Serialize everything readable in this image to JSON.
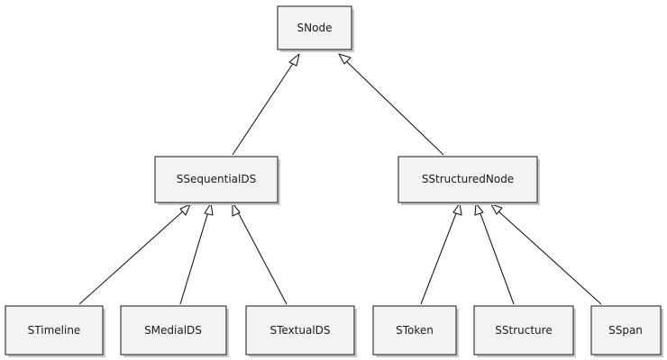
{
  "diagram": {
    "type": "class-hierarchy",
    "nodes": [
      {
        "id": "snode",
        "label": "SNode"
      },
      {
        "id": "ssequentialds",
        "label": "SSequentialDS"
      },
      {
        "id": "sstructurednode",
        "label": "SStructuredNode"
      },
      {
        "id": "stimeline",
        "label": "STimeline"
      },
      {
        "id": "smediads",
        "label": "SMedialDS"
      },
      {
        "id": "stextualds",
        "label": "STextualDS"
      },
      {
        "id": "stoken",
        "label": "SToken"
      },
      {
        "id": "sstructure",
        "label": "SStructure"
      },
      {
        "id": "sspan",
        "label": "SSpan"
      }
    ],
    "edges": [
      {
        "from": "ssequentialds",
        "to": "snode",
        "kind": "generalization"
      },
      {
        "from": "sstructurednode",
        "to": "snode",
        "kind": "generalization"
      },
      {
        "from": "stimeline",
        "to": "ssequentialds",
        "kind": "generalization"
      },
      {
        "from": "smediads",
        "to": "ssequentialds",
        "kind": "generalization"
      },
      {
        "from": "stextualds",
        "to": "ssequentialds",
        "kind": "generalization"
      },
      {
        "from": "stoken",
        "to": "sstructurednode",
        "kind": "generalization"
      },
      {
        "from": "sstructure",
        "to": "sstructurednode",
        "kind": "generalization"
      },
      {
        "from": "sspan",
        "to": "sstructurednode",
        "kind": "generalization"
      }
    ],
    "colors": {
      "box_fill": "#f3f3f3",
      "box_stroke": "#2a2a2a",
      "line": "#1a1a1a",
      "arrowhead_fill": "#ffffff"
    }
  }
}
